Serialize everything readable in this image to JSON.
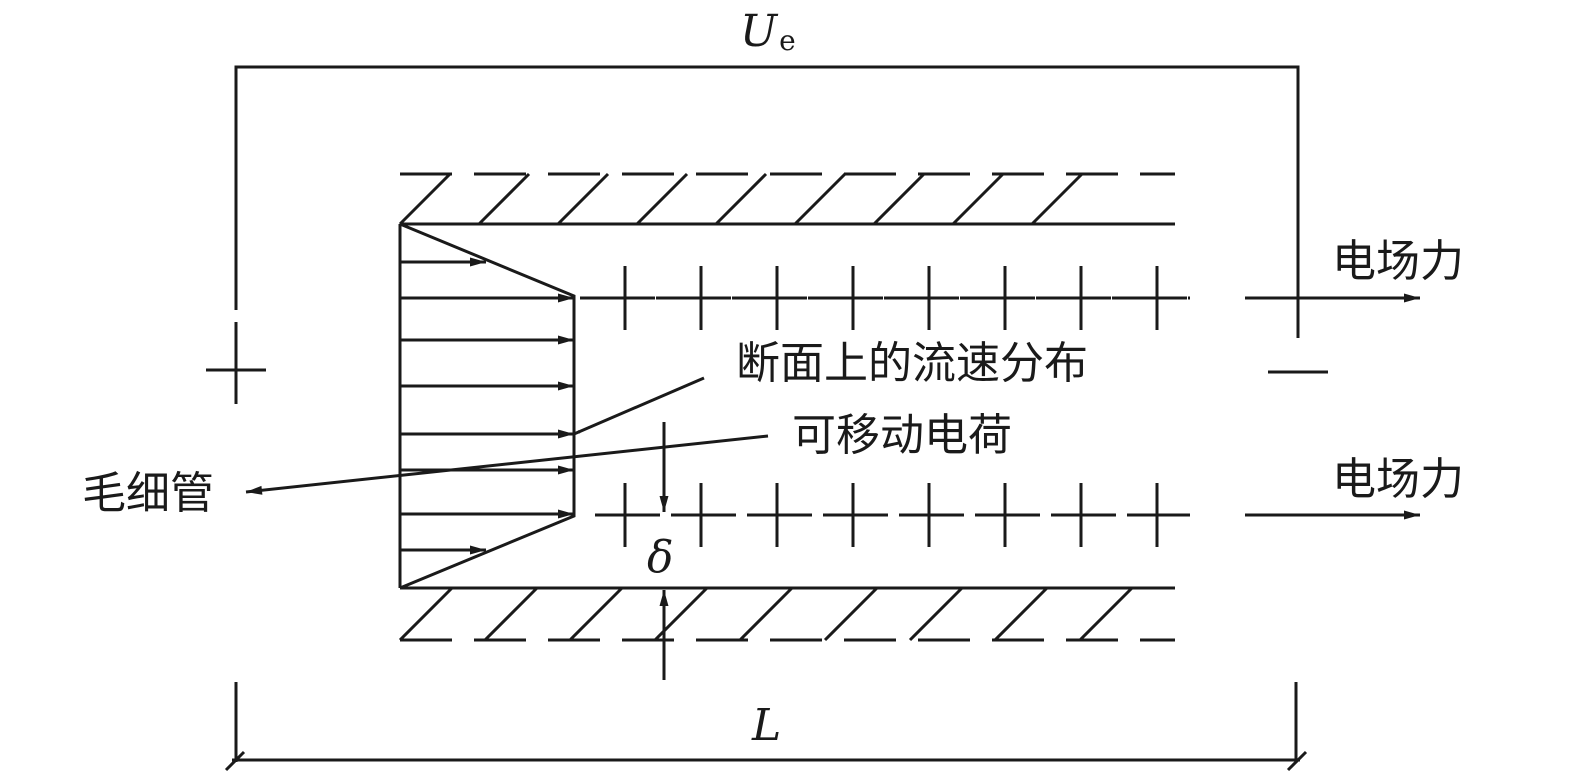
{
  "labels": {
    "voltage_symbol": "U",
    "voltage_subscript": "e",
    "electric_force_top": "电场力",
    "electric_force_bottom": "电场力",
    "velocity_distribution": "断面上的流速分布",
    "mobile_charge": "可移动电荷",
    "capillary": "毛细管",
    "delta": "δ",
    "length": "L",
    "positive_terminal": "+",
    "negative_terminal": "—"
  },
  "colors": {
    "ink": "#1a1a1a",
    "background": "#ffffff"
  }
}
